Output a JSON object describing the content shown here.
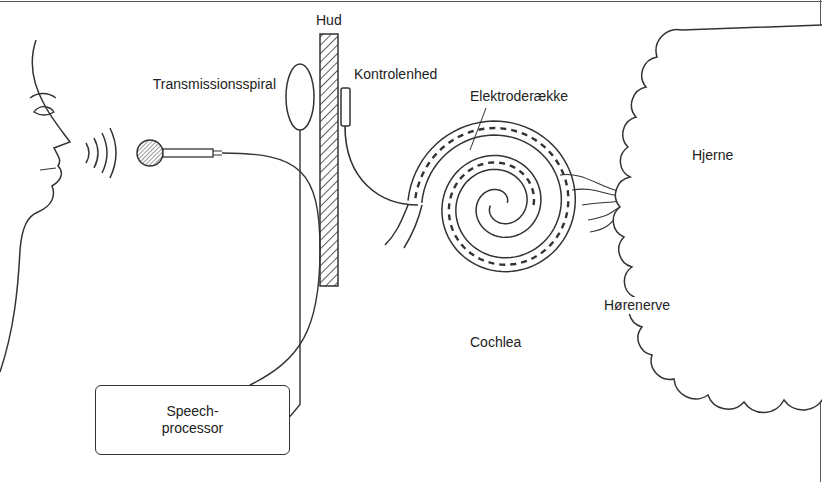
{
  "diagram": {
    "nodes": [
      {
        "text": [
          "Speech- processor"
        ]
      },
      {
        "text": [
          "Transmissionsspiral"
        ]
      },
      {
        "text": [
          "Hjerne"
        ]
      }
    ],
    "edges": [
      {
        "from": 0,
        "to": 1,
        "arrow": "none"
      }
    ],
    "labels": [
      "Hud",
      "Kontrolenhed",
      "Elektroderække",
      "Hørenerve",
      "Cochlea"
    ]
  }
}
